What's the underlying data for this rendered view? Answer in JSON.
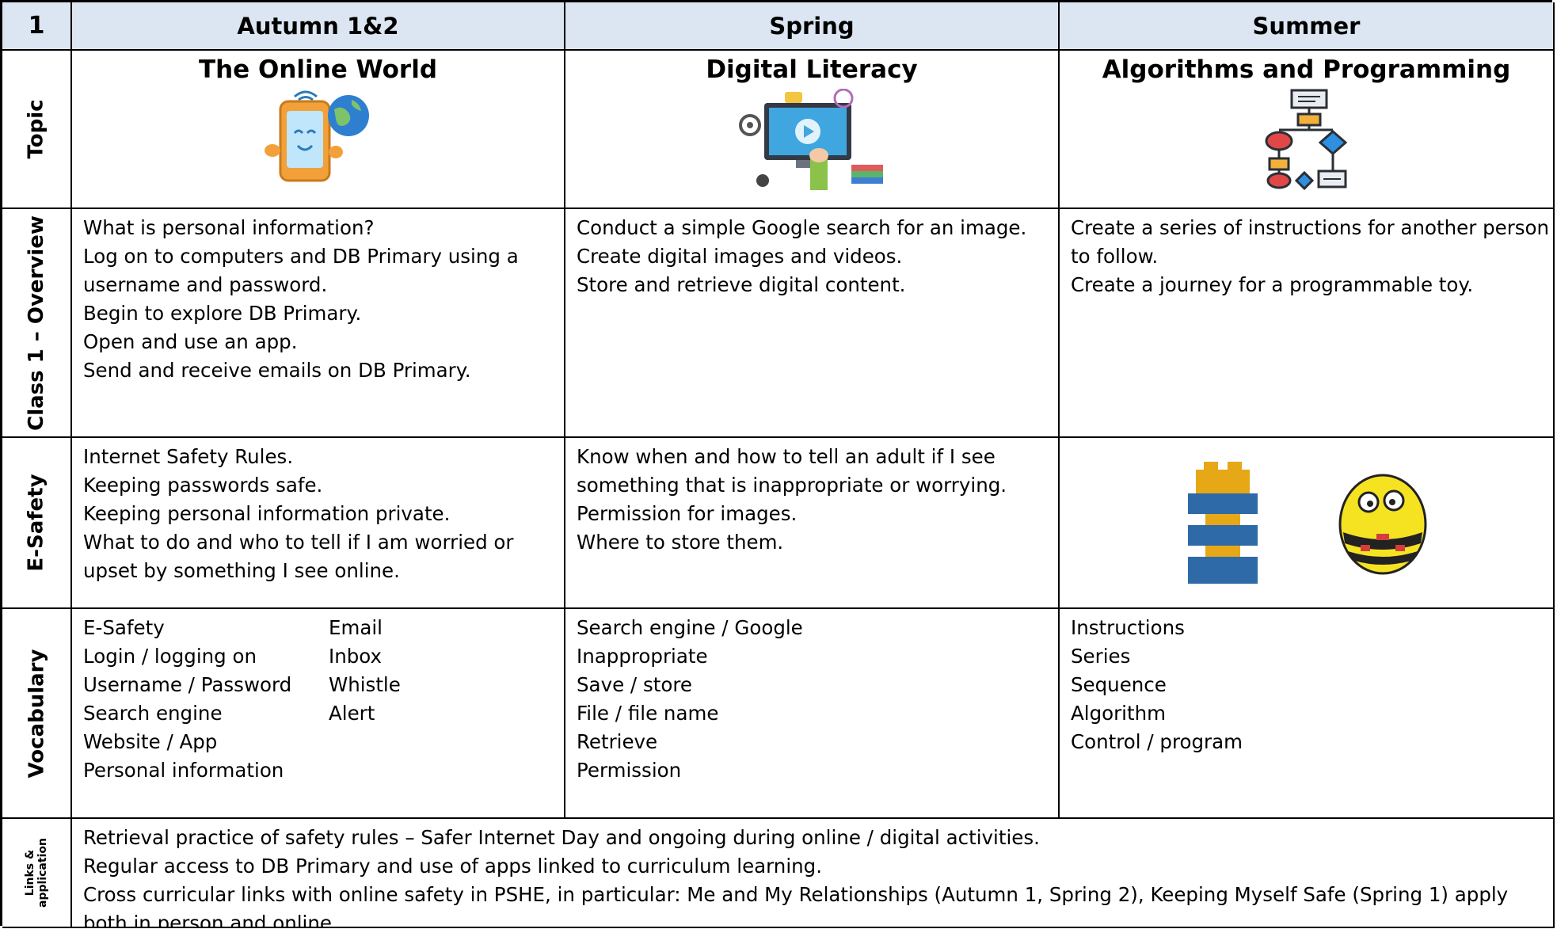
{
  "header": {
    "corner": "1",
    "columns": [
      "Autumn 1&2",
      "Spring",
      "Summer"
    ]
  },
  "row_labels": {
    "topic": "Topic",
    "overview": "Class 1 – Overview",
    "esafety": "E-Safety",
    "vocabulary": "Vocabulary",
    "links": "Links & application"
  },
  "topics": [
    "The Online World",
    "Digital Literacy",
    "Algorithms and Programming"
  ],
  "topic_icons": [
    "tablet-globe-icon",
    "digital-media-computer-icon",
    "flowchart-icon"
  ],
  "overview": {
    "autumn": [
      "What is personal information?",
      "Log on to computers and DB Primary using a",
      "username and password.",
      "Begin to explore DB Primary.",
      "Open and use an app.",
      "Send and receive emails on DB Primary."
    ],
    "spring": [
      "Conduct a simple Google search for an image.",
      "Create digital images and videos.",
      "Store and retrieve digital content."
    ],
    "summer": [
      "Create a series of instructions for another person",
      "to follow.",
      "Create a journey for a programmable toy."
    ]
  },
  "esafety": {
    "autumn": [
      "Internet Safety Rules.",
      "Keeping passwords safe.",
      "Keeping personal information private.",
      "What to do and who to tell if I am worried or",
      "upset by something I see online."
    ],
    "spring": [
      "Know when and how to tell an adult if I see",
      "something that is inappropriate or worrying.",
      "Permission for images.",
      "Where to store them."
    ],
    "summer_icons": [
      "building-blocks-icon",
      "bee-bot-icon"
    ]
  },
  "vocabulary": {
    "autumn_left": [
      "E-Safety",
      "Login / logging on",
      "Username / Password",
      "Search engine",
      "Website / App",
      "Personal information"
    ],
    "autumn_right": [
      "Email",
      "Inbox",
      "Whistle",
      "Alert"
    ],
    "spring": [
      "Search engine / Google",
      "Inappropriate",
      "Save / store",
      "File / file name",
      "Retrieve",
      "Permission"
    ],
    "summer": [
      "Instructions",
      "Series",
      "Sequence",
      "Algorithm",
      "Control / program"
    ]
  },
  "links": [
    "Retrieval practice of safety rules – Safer Internet Day and ongoing during online / digital activities.",
    "Regular access to DB Primary and use of apps linked to curriculum learning.",
    "Cross curricular links with online safety in PSHE, in particular: Me and My Relationships (Autumn 1, Spring 2), Keeping Myself Safe (Spring 1) apply both in person and online."
  ],
  "colors": {
    "header_bg": "#dce6f2",
    "border": "#000000"
  }
}
